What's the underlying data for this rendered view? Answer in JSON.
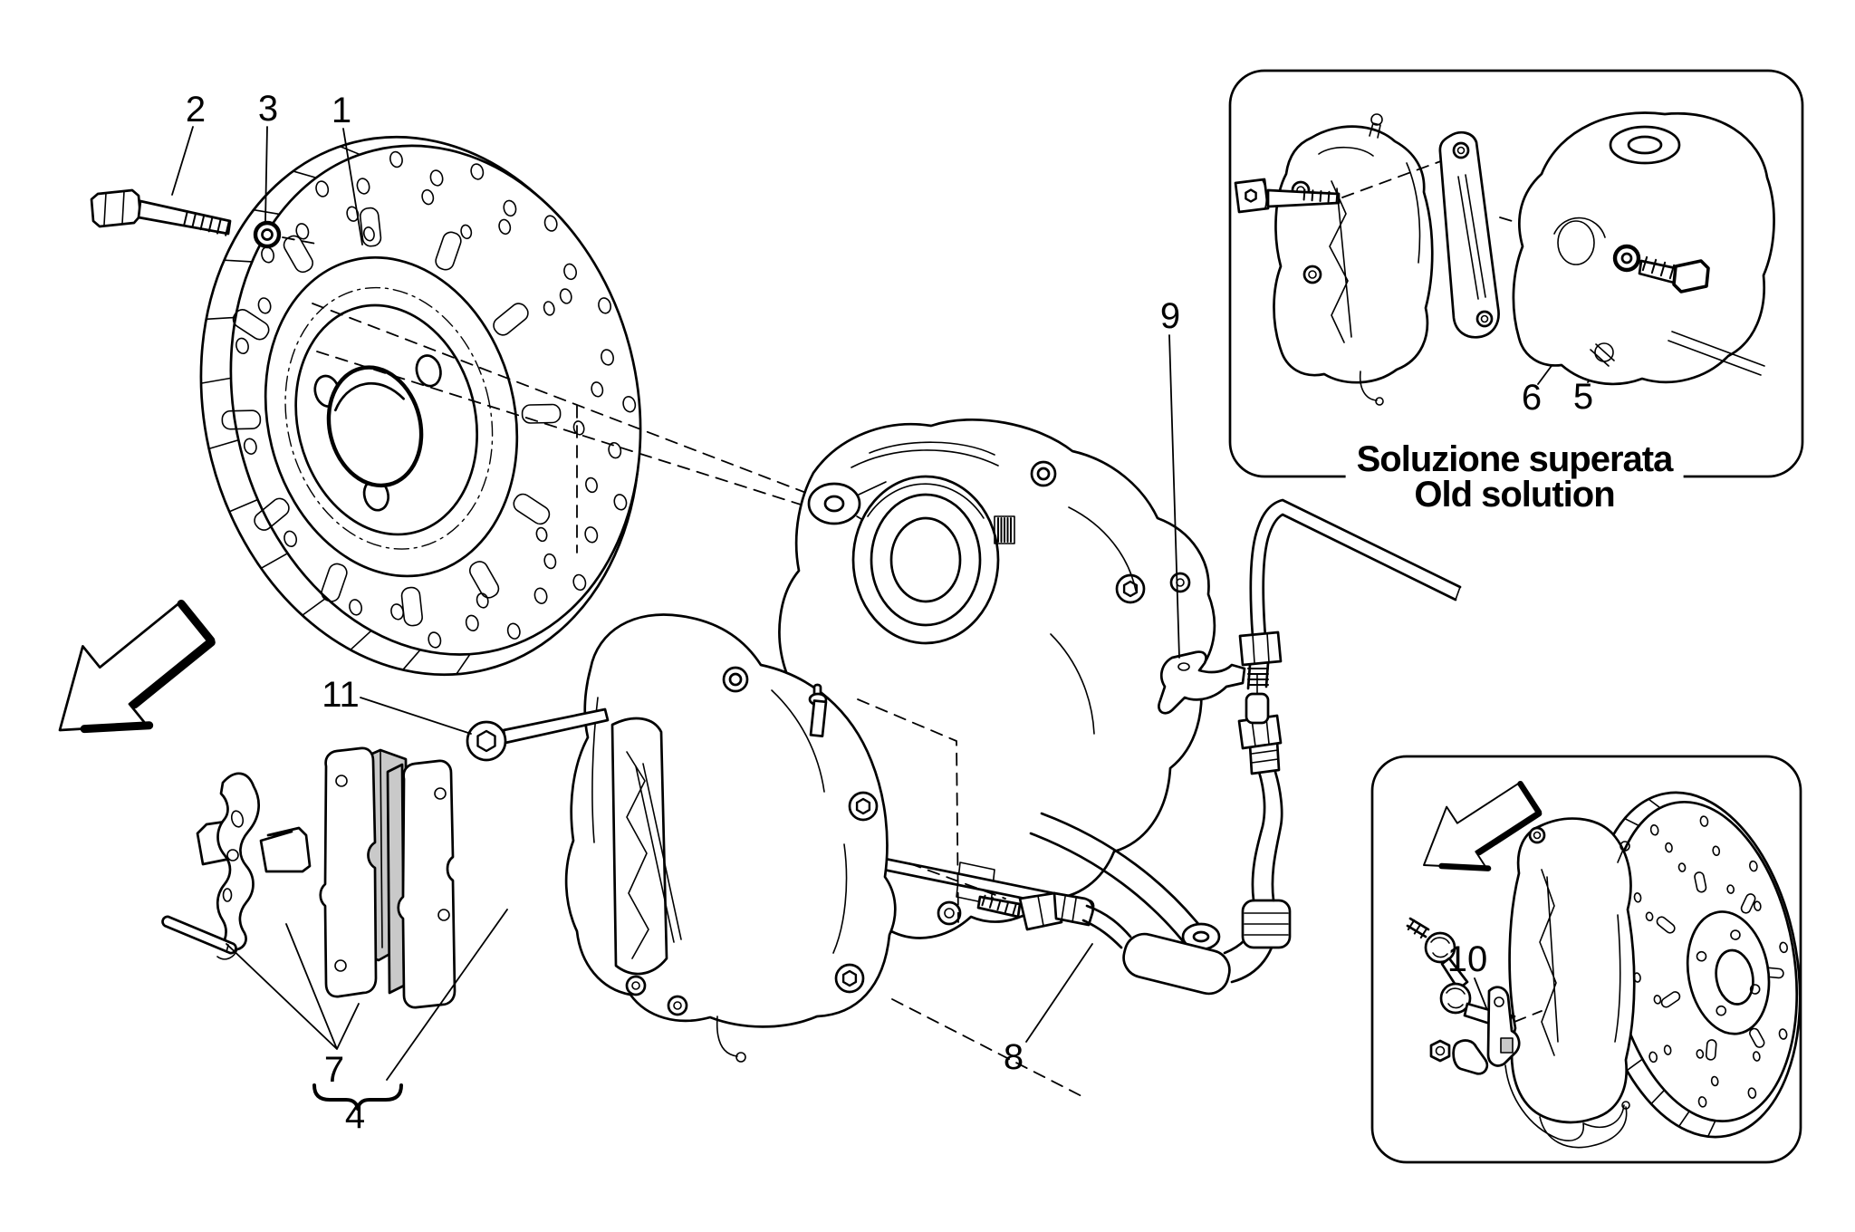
{
  "page": {
    "background": "#ffffff",
    "line_color": "#000000",
    "pad_fill": "#c9c9c9"
  },
  "callouts": {
    "c1": "1",
    "c2": "2",
    "c3": "3",
    "c4": "4",
    "c5": "5",
    "c6": "6",
    "c7": "7",
    "c8": "8",
    "c9": "9",
    "c10": "10",
    "c11": "11"
  },
  "inset_old_solution": {
    "caption_it": "Soluzione superata",
    "caption_en": "Old solution"
  }
}
